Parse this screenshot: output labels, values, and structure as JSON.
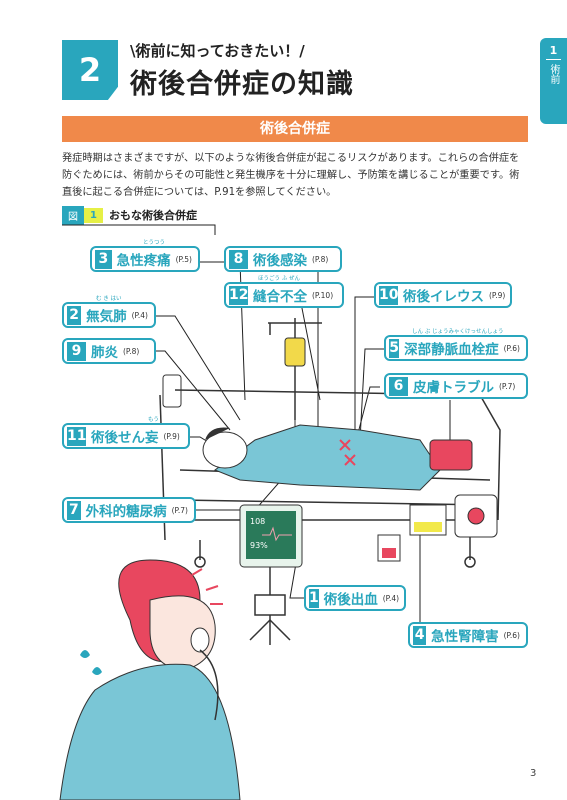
{
  "side_tab": {
    "number": "1",
    "text": "術前"
  },
  "chapter": {
    "number": "2",
    "subtitle": "\\術前に知っておきたい！/",
    "title": "術後合併症の知識"
  },
  "section_title": "術後合併症",
  "intro": "発症時期はさまざまですが、以下のような術後合併症が起こるリスクがあります。これらの合併症を防ぐためには、術前からその可能性と発生機序を十分に理解し、予防策を講じることが重要です。術直後に起こる合併症については、P.91を参照してください。",
  "figure": {
    "tag": "図",
    "number": "1",
    "title": "おもな術後合併症"
  },
  "callouts": [
    {
      "number": "3",
      "label": "急性疼痛",
      "page": "(P.5)",
      "ruby": "とうつう"
    },
    {
      "number": "8",
      "label": "術後感染",
      "page": "(P.8)",
      "ruby": ""
    },
    {
      "number": "12",
      "label": "縫合不全",
      "page": "(P.10)",
      "ruby": "ほうごう ふ ぜん"
    },
    {
      "number": "10",
      "label": "術後イレウス",
      "page": "(P.9)",
      "ruby": ""
    },
    {
      "number": "2",
      "label": "無気肺",
      "page": "(P.4)",
      "ruby": "む き はい"
    },
    {
      "number": "9",
      "label": "肺炎",
      "page": "(P.8)",
      "ruby": ""
    },
    {
      "number": "5",
      "label": "深部静脈血栓症",
      "page": "(P.6)",
      "ruby": "しん ぶ じょうみゃくけっせんしょう"
    },
    {
      "number": "6",
      "label": "皮膚トラブル",
      "page": "(P.7)",
      "ruby": ""
    },
    {
      "number": "11",
      "label": "術後せん妄",
      "page": "(P.9)",
      "ruby": "もう"
    },
    {
      "number": "7",
      "label": "外科的糖尿病",
      "page": "(P.7)",
      "ruby": ""
    },
    {
      "number": "1",
      "label": "術後出血",
      "page": "(P.4)",
      "ruby": ""
    },
    {
      "number": "4",
      "label": "急性腎障害",
      "page": "(P.6)",
      "ruby": ""
    }
  ],
  "monitor": {
    "hr": "108",
    "spo2": "93%"
  },
  "page_number": "3",
  "colors": {
    "teal": "#29a6bd",
    "orange": "#f0894a",
    "red": "#e8475f",
    "yellow": "#e6f046"
  }
}
